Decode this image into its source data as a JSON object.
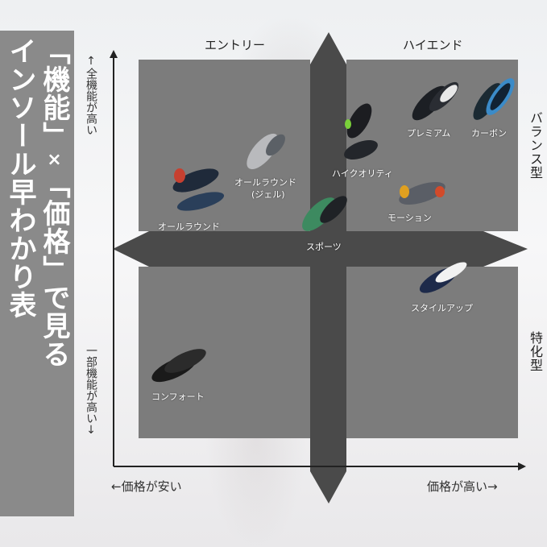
{
  "title": {
    "line1_a": "「機能」",
    "line1_x": "×",
    "line1_b": "「価格」",
    "line1_c": "で見る",
    "line2": "インソール早わかり表"
  },
  "columns": {
    "left": "エントリー",
    "right": "ハイエンド"
  },
  "rows": {
    "top": "バランス型",
    "bottom": "特化型"
  },
  "axes": {
    "y_top": "↑全機能が高い",
    "y_bottom": "一部機能が高い↓",
    "x_left": "←価格が安い",
    "x_right": "価格が高い→"
  },
  "products": {
    "premium": "プレミアム",
    "carbon": "カーボン",
    "all_round_gel_1": "オールラウンド",
    "all_round_gel_2": "(ジェル)",
    "high_quality": "ハイクオリティ",
    "all_round": "オールラウンド",
    "motion": "モーション",
    "sports": "スポーツ",
    "style_up": "スタイルアップ",
    "comfort": "コンフォート"
  },
  "colors": {
    "panel": "#8a8a8a",
    "quadrant": "#7c7c7c",
    "cross": "#4a4a4a",
    "text_dark": "#222222",
    "text_light": "#ffffff"
  }
}
